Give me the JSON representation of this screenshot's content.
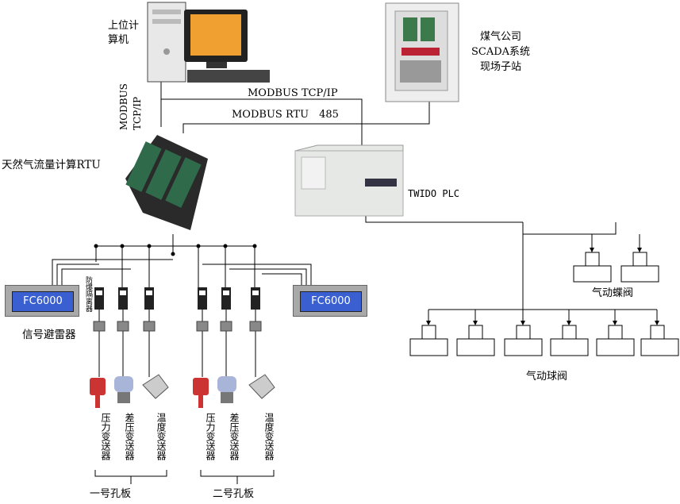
{
  "labels": {
    "host_pc": "上位计\n算机",
    "modbus_tcp_vertical": "MODBUS\nTCP/IP",
    "modbus_tcp": "MODBUS TCP/IP",
    "modbus_rtu": "MODBUS RTU　485",
    "scada": "煤气公司\nSCADA系统\n现场子站",
    "rtu": "天然气流量计算RTU",
    "plc": "TWIDO PLC",
    "isolator": "防爆隔离器",
    "surge": "信号避雷器",
    "butterfly_valve": "气动蝶阀",
    "ball_valve": "气动球阀",
    "plate1": "一号孔板",
    "plate2": "二号孔板"
  },
  "fc_units": [
    "FC6000",
    "FC6000"
  ],
  "transmitters_plate1": [
    "压力变送器",
    "差压变送器",
    "温度变送器"
  ],
  "transmitters_plate2": [
    "压力变送器",
    "差压变送器",
    "温度变送器"
  ],
  "colors": {
    "line": "#000000",
    "fc_screen": "#3a5fd0",
    "fc_body": "#a9a9a9",
    "rtu_module": "#2f6a4a",
    "plc_body": "#e6e8e6",
    "scada_body": "#eeeeee"
  }
}
